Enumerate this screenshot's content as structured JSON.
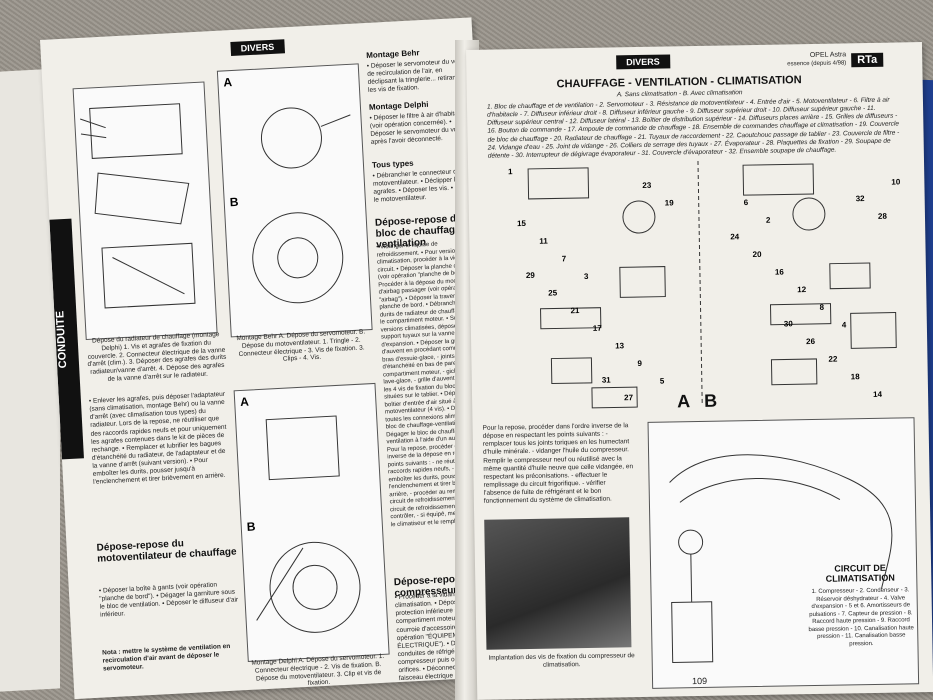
{
  "left_page": {
    "tab": "DIVERS",
    "sidebar": "CONDUITE",
    "montage_behr_title": "Montage Behr",
    "montage_behr_text": "• Déposer le servomoteur du volet de recirculation de l'air, en déclipsant la tringlerie... retirant les vis de fixation.",
    "montage_delphi_title": "Montage Delphi",
    "montage_delphi_text": "• Déposer le filtre à air d'habitacle (voir opération concernée). • Déposer le servomoteur du volet... après l'avoir déconnecté.",
    "tous_types_title": "Tous types",
    "tous_types_text": "• Débrancher le connecteur du motoventilateur. • Déclipper les agrafes. • Déposer les vis. • Sortir le motoventilateur.",
    "depose_bloc_title": "Dépose-repose du bloc de chauffage-ventilation",
    "depose_bloc_text": "• Vidanger le liquide de refroidissement. • Pour version avec climatisation, procéder à la vidange du circuit. • Déposer la planche de bord (voir opération \"planche de bord\"). • Procéder à la dépose du module d'airbag passager (voir opération \"airbag\"). • Déposer la traverse de planche de bord. • Débrancher les durits de radiateur de chauffage dans le compartiment moteur. • Sur les versions climatisées, déposer le support tuyaux sur la vanne d'expansion. • Déposer la grille d'auvent en procédant comme suit : - bras d'essuie-glace, - joints d'étanchéité en bas de pare-brise et du compartiment moteur, - gicleurs de lave-glace, - grille d'auvent. • Déposer les 4 vis de fixation du bloc chauffage situées sur le tablier. • Déposer le boîtier d'entrée d'air situé à l'avant du motoventilateur (4 vis). • Débrancher toutes les connexions alimentant le bloc de chauffage-ventilation. • Dégager le bloc de chauffage-ventilation à l'aide d'un autre opérateur. Pour la repose, procéder dans l'ordre inverse de la dépose en respectant les points suivants : - ne réutiliser que des raccords rapides neufs, - pour emboîter les durits, pousser jusqu'à l'enclenchement et tirer brièvement en arrière, - procéder au remplissage du circuit de refroidissement, - remplir le circuit de refroidissement, - vérifier le contrôler, - si équipé, mettre sous vide le climatiseur et le remplir.",
    "depose_compresseur_title": "Dépose-repose du compresseur",
    "depose_compresseur_text": "• Procéder à la vidange du circuit de climatisation. • Déposer la protection inférieure sous le compartiment moteur. • Déposer la courroie d'accessoires (voir opération \"ÉQUIPEMENT ÉLECTRIQUE\"). • Débrancher les conduites de réfrigérant du compresseur puis obturer les orifices. • Déconnecter la fiche de faisceau électrique située sur le compresseur. • Déposer les vis de fixation du compresseur puis dégager ce dernier.",
    "fig1_caption": "Dépose du radiateur de chauffage (montage Delphi) 1. Vis et agrafes de fixation du couvercle. 2. Connecteur électrique de la vanne d'arrêt (clim.). 3. Déposer des agrafes des durits radiateur/vanne d'arrêt. 4. Dépose des agrafes de la vanne d'arrêt sur le radiateur.",
    "fig1_text": "• Enlever les agrafes, puis déposer l'adaptateur (sans climatisation, montage Behr) ou la vanne d'arrêt (avec climatisation tous types) du radiateur. Lors de la repose, ne réutiliser que des raccords rapides neufs et pour uniquement les agrafes contenues dans le kit de pièces de rechange. • Remplacer et lubrifier les bagues d'étanchéité du radiateur, de l'adaptateur et de la vanne d'arrêt (suivant version). • Pour emboîter les durits, pousser jusqu'à l'enclenchement et tirer brièvement en arrière.",
    "depose_moto_title": "Dépose-repose du motoventilateur de chauffage",
    "depose_moto_text": "• Déposer la boîte à gants (voir opération \"planche de bord\"). • Dégager la garniture sous le bloc de ventilation. • Déposer le diffuseur d'air inférieur.",
    "note": "Nota : mettre le système de ventilation en recirculation d'air avant de déposer le servomoteur.",
    "figA_caption": "Montage Behr A. Dépose du servomoteur. B. Dépose du motoventilateur. 1. Tringle - 2. Connecteur électrique - 3. Vis de fixation. 3. Clips - 4. Vis.",
    "figB_caption": "Montage Delphi A. Dépose du servomoteur. 1. Connecteur électrique - 2. Vis de fixation. B. Dépose du motoventilateur. 3. Clip et vis de fixation."
  },
  "right_page": {
    "tab": "DIVERS",
    "brand_line1": "OPEL Astra",
    "brand_line2": "essence (depuis 4/98)",
    "logo": "RTa",
    "title": "CHAUFFAGE - VENTILATION - CLIMATISATION",
    "subtitle": "A. Sans climatisation - B. Avec climatisation",
    "legend": "1. Bloc de chauffage et de ventilation - 2. Servomoteur - 3. Résistance de motoventilateur - 4. Entrée d'air - 5. Motoventilateur - 6. Filtre à air d'habitacle - 7. Diffuseur inférieur droit - 8. Diffuseur inférieur gauche - 9. Diffuseur supérieur droit - 10. Diffuseur supérieur gauche - 11. Diffuseur supérieur central - 12. Diffuseur latéral - 13. Boîtier de distribution supérieur - 14. Diffuseurs places arrière - 15. Grilles de diffuseurs - 16. Bouton de commande - 17. Ampoule de commande de chauffage - 18. Ensemble de commandes chauffage et climatisation - 19. Couvercle de bloc de chauffage - 20. Radiateur de chauffage - 21. Tuyaux de raccordement - 22. Caoutchouc passage de tablier - 23. Couvercle de filtre - 24. Vidange d'eau - 25. Joint de vidange - 26. Colliers de serrage des tuyaux - 27. Évaporateur - 28. Plaquettes de fixation - 29. Soupape de détente - 30. Interrupteur de dégivrage évaporateur - 31. Couvercle d'évaporateur - 32. Ensemble soupape de chauffage.",
    "label_a": "A",
    "label_b": "B",
    "compressor_text": "Pour la repose, procéder dans l'ordre inverse de la dépose en respectant les points suivants : - remplacer tous les joints toriques en les humectant d'huile minérale. - vidanger l'huile du compresseur. Remplir le compresseur neuf ou réutilisé avec la même quantité d'huile neuve que celle vidangée, en respectant les préconisations. - effectuer le remplissage du circuit frigorifique. - vérifier l'absence de fuite de réfrigérant et le bon fonctionnement du système de climatisation.",
    "photo_caption": "Implantation des vis de fixation du compresseur de climatisation.",
    "circuit_title": "CIRCUIT DE CLIMATISATION",
    "circuit_legend": "1. Compresseur - 2. Condenseur - 3. Réservoir déshydrateur - 4. Valve d'expansion - 5 et 6. Amortisseurs de pulsations - 7. Capteur de pression - 8. Raccord haute pression - 9. Raccord basse pression - 10. Canalisation haute pression - 11. Canalisation basse pression.",
    "page_number": "109",
    "diagram_numbers": [
      "1",
      "2",
      "3",
      "4",
      "5",
      "6",
      "7",
      "8",
      "9",
      "10",
      "11",
      "12",
      "13",
      "14",
      "15",
      "16",
      "17",
      "18",
      "19",
      "20",
      "21",
      "22",
      "23",
      "24",
      "25",
      "26",
      "27",
      "28",
      "29",
      "30",
      "31",
      "32"
    ]
  }
}
